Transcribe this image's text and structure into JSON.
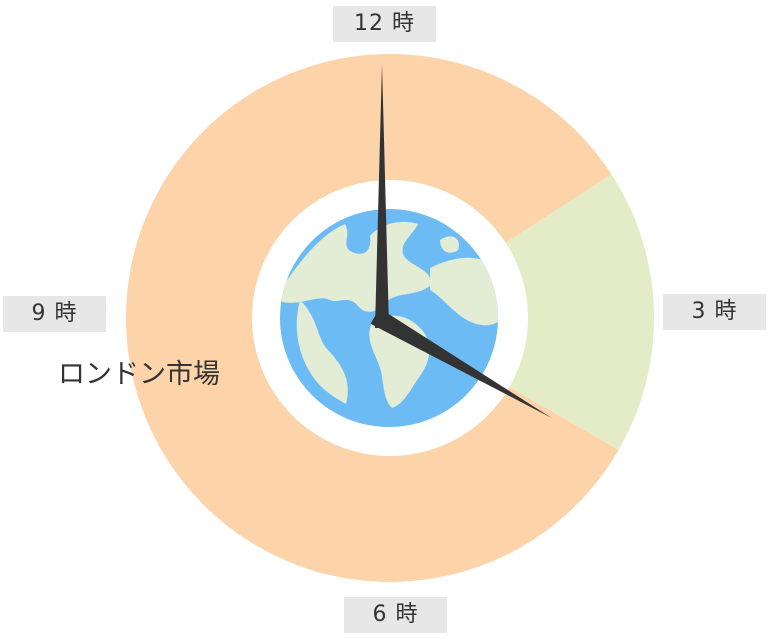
{
  "hour_labels": {
    "h12": "12 時",
    "h3": "3 時",
    "h6": "6 時",
    "h9": "9 時"
  },
  "market_label": "ロンドン市場",
  "colors": {
    "market_hours": "#fdd3a9",
    "other_hours": "#e3ebc7",
    "ocean": "#6dbbf5",
    "land": "#e3ecd5",
    "hands": "#333333",
    "label_bg": "#e7e7e7"
  },
  "icons": {
    "center": "globe-icon"
  },
  "clock": {
    "shown_hours": 12,
    "hands": {
      "hour": 4,
      "minute": 0
    }
  }
}
